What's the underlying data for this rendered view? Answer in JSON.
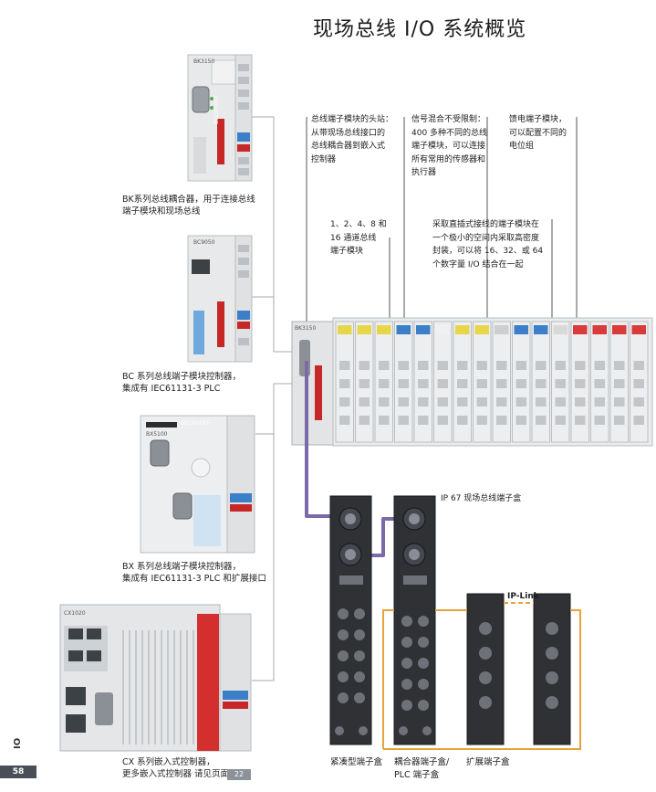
{
  "page": {
    "title": "现场总线 I/O 系统概览",
    "page_number": "58",
    "side_tab": "IO",
    "ref_page": "22"
  },
  "captions": {
    "bk": "BK系列总线耦合器，用于连接总线\n端子模块和现场总线",
    "bc": "BC 系列总线端子模块控制器，\n集成有 IEC61131-3 PLC",
    "bx": "BX 系列总线端子模块控制器，\n集成有 IEC61131-3 PLC 和扩展接口",
    "cx_line1": "CX 系列嵌入式控制器，",
    "cx_line2": "更多嵌入式控制器 请见页面"
  },
  "callouts": {
    "head_station": "总线端子模块的头站：\n从带现场总线接口的\n总线耦合器到嵌入式\n控制器",
    "signal_mix": "信号混合不受限制：\n400 多种不同的总线\n端子模块，可以连接\n所有常用的传感器和\n执行器",
    "power_feed": "馈电端子模块，\n可以配置不同的\n电位组",
    "channels": "1、2、4、8 和\n16 通道总线\n端子模块",
    "dense": "采取直插式接线的端子模块在\n一个极小的空间内采取高密度\n封装，可以将 16、32、或 64\n个数字量 I/O 结合在一起",
    "ip67": "IP 67 现场总线端子盒",
    "ip_link": "IP-Link"
  },
  "box_labels": {
    "compact": "紧凑型端子盒",
    "coupler_a": "耦合器端子盒/",
    "coupler_b": "PLC 端子盒",
    "extension": "扩展端子盒"
  },
  "device_marks": {
    "brand": "BECKHOFF",
    "bk_model": "BK3150",
    "bc_model": "BC9050",
    "bx_model": "BX5100",
    "cx_model": "CX1020",
    "rail_model": "BK3150"
  },
  "colors": {
    "cable": "#7b6aa8",
    "ip_link": "#e8a23a",
    "connector_line": "#a8a8a8",
    "module_blue": "#3a7fc8",
    "module_yellow": "#e8d64a",
    "module_red": "#d93a3a",
    "brand_red": "#c62828"
  }
}
